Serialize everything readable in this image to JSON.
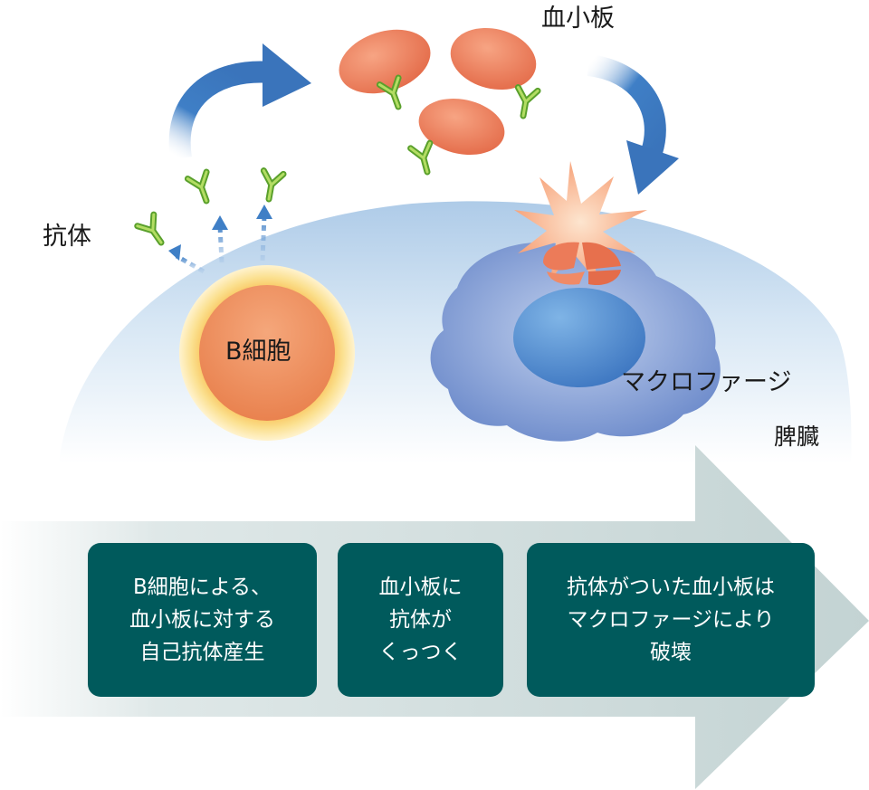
{
  "labels": {
    "platelet": "血小板",
    "antibody": "抗体",
    "b_cell": "B細胞",
    "macrophage": "マクロファージ",
    "spleen": "脾臓"
  },
  "steps": [
    {
      "text": "B細胞による、\n血小板に対する\n自己抗体産生"
    },
    {
      "text": "血小板に\n抗体が\nくっつく"
    },
    {
      "text": "抗体がついた血小板は\nマクロファージにより\n破壊"
    }
  ],
  "colors": {
    "spleen_fill": "#cfe1f2",
    "platelet": "#ec7b59",
    "antibody": "#8cc63f",
    "arrow_blue": "#3f7fc6",
    "macrophage": "#6f8ecc",
    "b_cell_ring": "#f6cf6a",
    "step_box": "#005a5c",
    "process_arrow": "#c6d6d6"
  }
}
